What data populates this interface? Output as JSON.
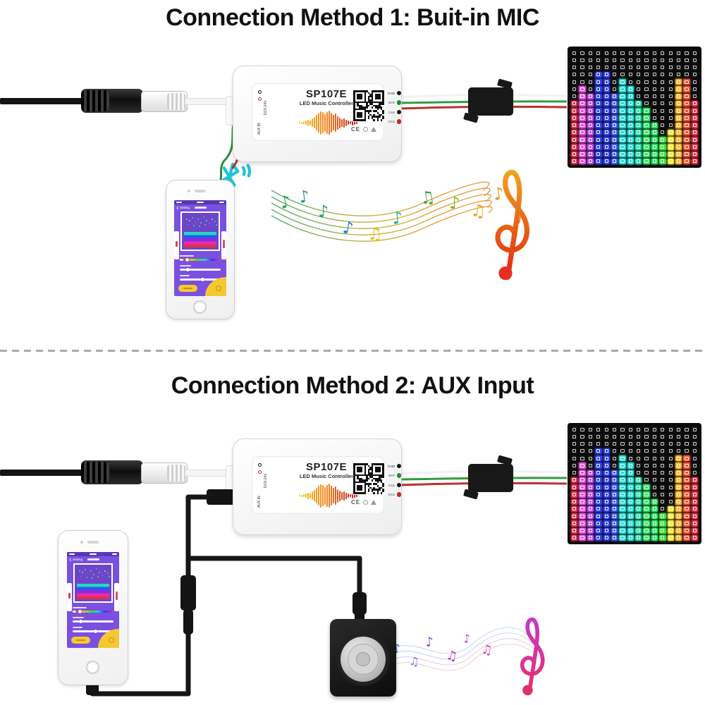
{
  "sections": [
    {
      "title": "Connection Method 1: Buit-in MIC"
    },
    {
      "title": "Connection Method 2: AUX Input"
    }
  ],
  "controller": {
    "model": "SP107E",
    "subtitle": "LED Music Controller",
    "left_ports": [
      {
        "label": "DC5-24V"
      },
      {
        "label": "AUX IN"
      }
    ],
    "right_pins": [
      {
        "label": "GND",
        "dot_color": "#161616"
      },
      {
        "label": "DAT",
        "dot_color": "#1e8e3e"
      },
      {
        "label": "CLK",
        "dot_color": "#161616"
      },
      {
        "label": "VCC",
        "dot_color": "#c62828"
      }
    ],
    "cert_text": "CE"
  },
  "phone_app": {
    "back_label": "Setting",
    "screen_color": "#7a50e0",
    "accent_color": "#f5c832"
  },
  "led_matrix": {
    "rows": 16,
    "cols": 16,
    "background": "#0a0a0a",
    "columns": [
      {
        "color": "#e03048",
        "height": 9
      },
      {
        "color": "#e04fd4",
        "height": 11
      },
      {
        "color": "#b843e0",
        "height": 10
      },
      {
        "color": "#2f3fe8",
        "height": 13
      },
      {
        "color": "#2f3fe8",
        "height": 13
      },
      {
        "color": "#3f55f2",
        "height": 10
      },
      {
        "color": "#1fd8d0",
        "height": 12
      },
      {
        "color": "#1fd8d0",
        "height": 11
      },
      {
        "color": "#1fd8a8",
        "height": 9
      },
      {
        "color": "#2ade62",
        "height": 8
      },
      {
        "color": "#2ade62",
        "height": 6
      },
      {
        "color": "#35e040",
        "height": 4
      },
      {
        "color": "#ece32f",
        "height": 5
      },
      {
        "color": "#f2b22b",
        "height": 12
      },
      {
        "color": "#ea4f2d",
        "height": 12
      },
      {
        "color": "#e03048",
        "height": 9
      }
    ]
  },
  "waveform": {
    "heights": [
      2,
      3,
      4,
      6,
      9,
      7,
      12,
      16,
      22,
      28,
      33,
      30,
      25,
      31,
      34,
      28,
      22,
      26,
      19,
      15,
      11,
      13,
      9,
      6,
      4,
      7,
      5,
      3
    ],
    "color_start": "#f0c818",
    "color_mid": "#f08020",
    "color_end": "#c01818"
  },
  "wires": {
    "data_wire_colors": [
      "#f2f2f2",
      "#2e9e3e",
      "#c03030"
    ],
    "cable_color": "#161616"
  }
}
